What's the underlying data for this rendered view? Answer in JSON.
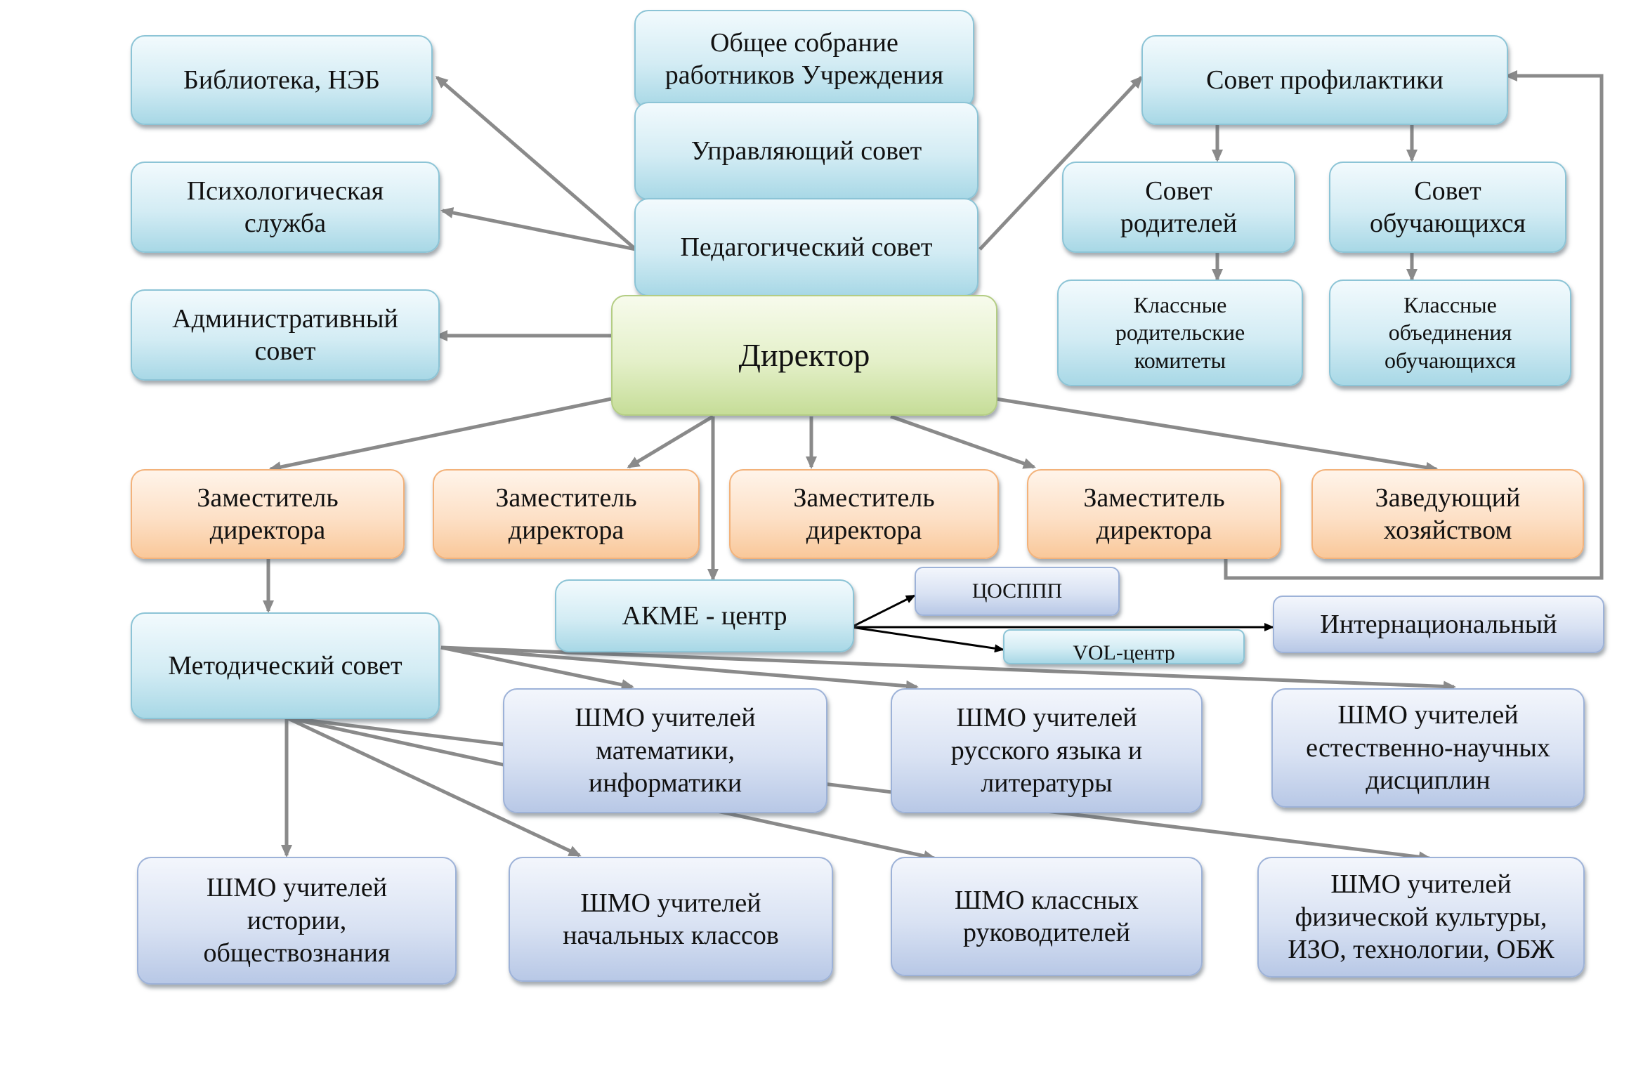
{
  "nodes": {
    "biblioteka": "Библиотека, НЭБ",
    "obshchee_sobranie": "Общее собрание\nработников Учреждения",
    "sovet_profilaktiki": "Совет профилактики",
    "psihologicheskaya": "Психологическая\nслужба",
    "upravlyayushchiy": "Управляющий совет",
    "pedagogicheskiy": "Педагогический совет",
    "sovet_roditeley": "Совет\nродителей",
    "sovet_obuchayushchihsya": "Совет\nобучающихся",
    "administrativnyy": "Административный\nсовет",
    "direktor": "Директор",
    "klassnye_komitety": "Классные\nродительские\nкомитеты",
    "klassnye_obedineniya": "Классные\nобъединения\nобучающихся",
    "zam1": "Заместитель\nдиректора",
    "zam2": "Заместитель\nдиректора",
    "zam3": "Заместитель\nдиректора",
    "zam4": "Заместитель\nдиректора",
    "zavhoz": "Заведующий\nхозяйством",
    "akme": "АКМЕ - центр",
    "tsosppp": "ЦОСППП",
    "internatsionalnyy": "Интернациональный",
    "vol_centr": "VOL-центр",
    "metodicheskiy": "Методический совет",
    "shmo_matematiki": "ШМО учителей\nматематики,\nинформатики",
    "shmo_russkogo": "ШМО учителей\nрусского языка и\nлитературы",
    "shmo_estestvennyh": "ШМО учителей\nестественно-научных\nдисциплин",
    "shmo_istorii": "ШМО учителей\nистории,\nобществознания",
    "shmo_nachalnyh": "ШМО учителей\nначальных классов",
    "shmo_klassnyh": "ШМО классных\nруководителей",
    "shmo_fizkultury": "ШМО учителей\nфизической культуры,\nИЗО, технологии, ОБЖ"
  },
  "colors": {
    "connector": "#8a8a8a",
    "connector_dark": "#000000",
    "director_fill": "#e4f0c9",
    "deputy_fill": "#fde0c6",
    "council_fill": "#d3ecf4",
    "shmo_fill": "#d9e2f3"
  }
}
